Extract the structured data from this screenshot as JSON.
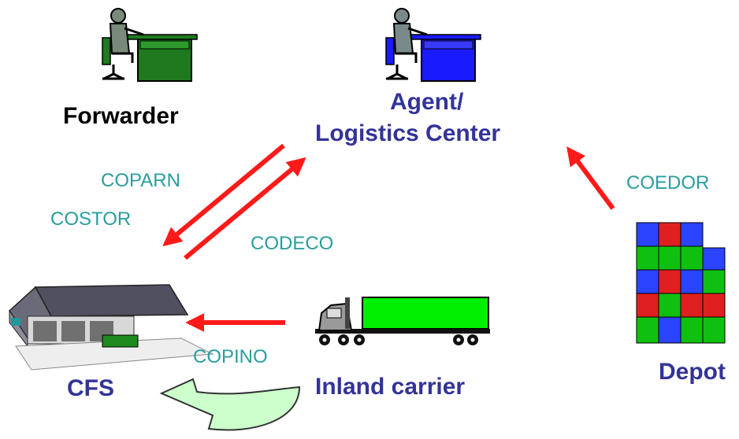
{
  "nodes": {
    "forwarder": {
      "label": "Forwarder",
      "icon": "office-worker-at-desk-icon",
      "color": "#1f7a1f"
    },
    "agent": {
      "label_line1": "Agent/",
      "label_line2": "Logistics Center",
      "icon": "office-worker-at-desk-icon",
      "color": "#1a1aff"
    },
    "cfs": {
      "label": "CFS",
      "icon": "warehouse-icon"
    },
    "inland_carrier": {
      "label": "Inland carrier",
      "icon": "truck-icon"
    },
    "depot": {
      "label": "Depot",
      "icon": "stacked-containers-icon"
    }
  },
  "messages": {
    "coparn": "COPARN",
    "costor": "COSTOR",
    "codeco": "CODECO",
    "coedor": "COEDOR",
    "copino": "COPINO"
  },
  "colors": {
    "label": "#333399",
    "message": "#2a9d9d",
    "arrow": "#ff1a1a",
    "loop_arrow": "#ccffcc"
  }
}
